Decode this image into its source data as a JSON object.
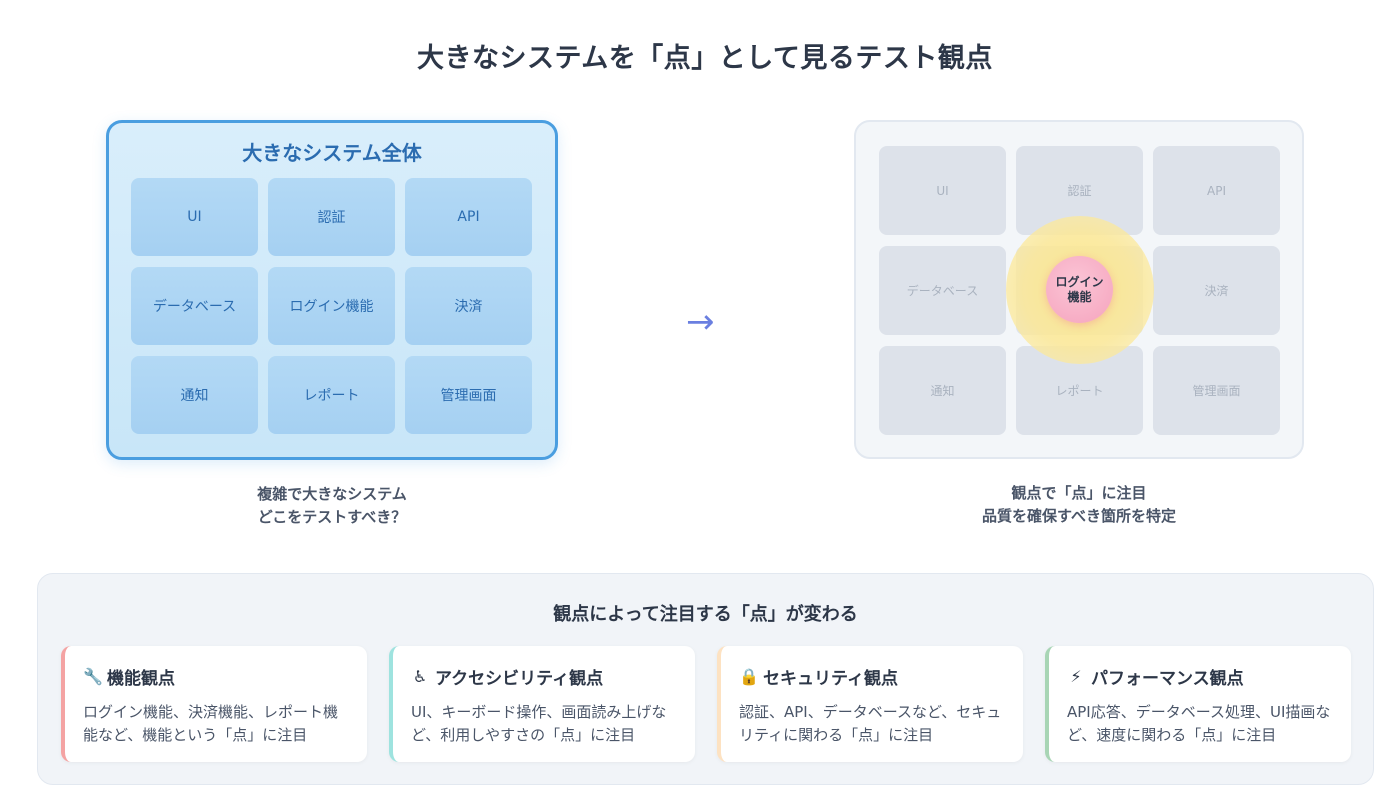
{
  "title": "大きなシステムを「点」として見るテスト観点",
  "left_panel": {
    "title": "大きなシステム全体",
    "cells": [
      "UI",
      "認証",
      "API",
      "データベース",
      "ログイン機能",
      "決済",
      "通知",
      "レポート",
      "管理画面"
    ],
    "caption_line1": "複雑で大きなシステム",
    "caption_line2": "どこをテストすべき？"
  },
  "arrow": "→",
  "right_panel": {
    "cells": [
      "UI",
      "認証",
      "API",
      "データベース",
      "",
      "決済",
      "通知",
      "レポート",
      "管理画面"
    ],
    "focus_label": "ログイン機能",
    "caption_line1": "観点で「点」に注目",
    "caption_line2": "品質を確保すべき箇所を特定"
  },
  "bottom": {
    "title": "観点によって注目する「点」が変わる",
    "cards": [
      {
        "icon": "🔧",
        "title": "機能観点",
        "text": "ログイン機能、決済機能、レポート機能など、機能という「点」に注目",
        "accent": "#f4a3a3"
      },
      {
        "icon": "♿",
        "title": "アクセシビリティ観点",
        "text": "UI、キーボード操作、画面読み上げなど、利用しやすさの「点」に注目",
        "accent": "#9ee3df"
      },
      {
        "icon": "🔒",
        "title": "セキュリティ観点",
        "text": "認証、API、データベースなど、セキュリティに関わる「点」に注目",
        "accent": "#fde2c2"
      },
      {
        "icon": "⚡",
        "title": "パフォーマンス観点",
        "text": "API応答、データベース処理、UI描画など、速度に関わる「点」に注目",
        "accent": "#a8d5b5"
      }
    ]
  }
}
